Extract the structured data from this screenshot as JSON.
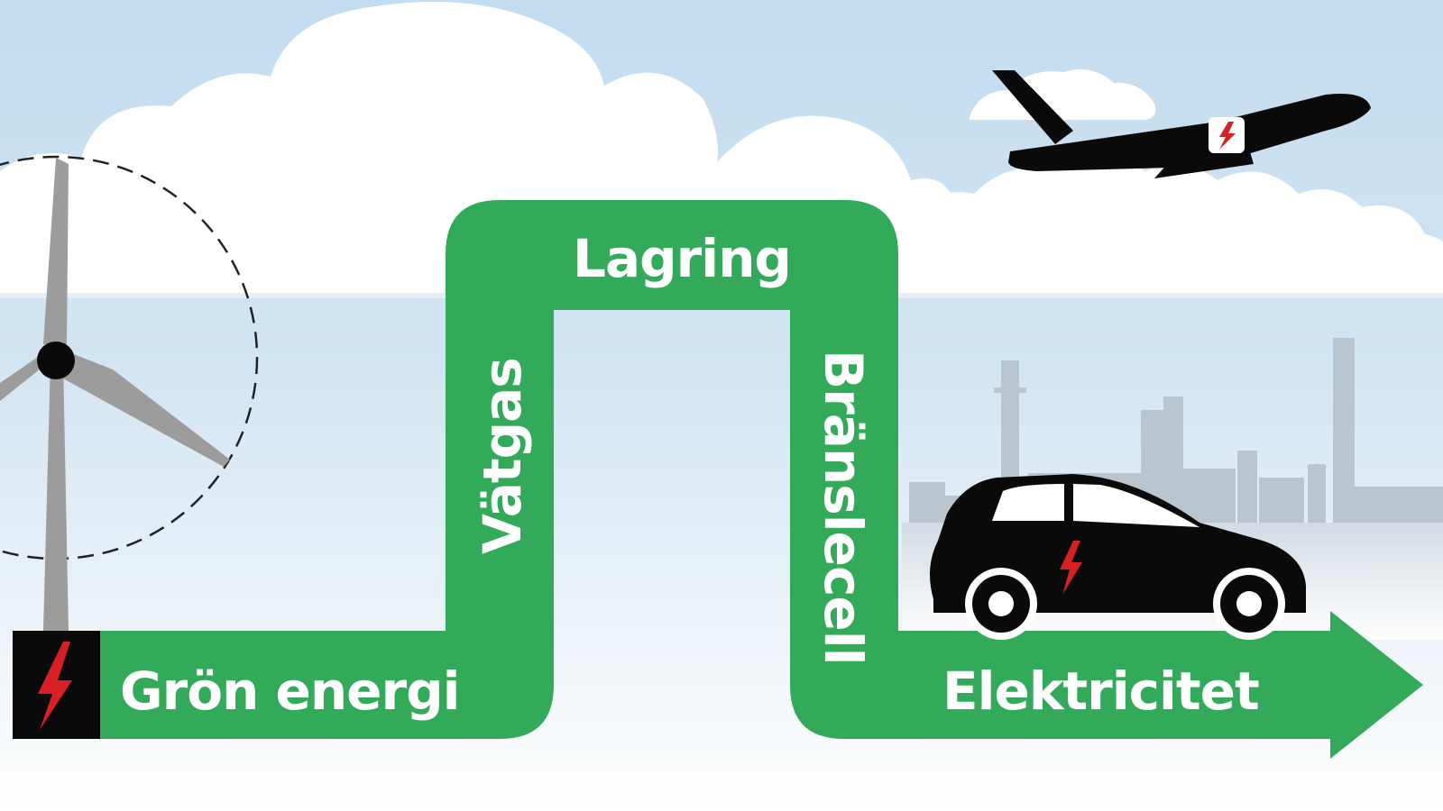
{
  "diagram": {
    "steps": [
      {
        "id": "green-energy",
        "label": "Grön energi"
      },
      {
        "id": "hydrogen",
        "label": "Vätgas"
      },
      {
        "id": "storage",
        "label": "Lagring"
      },
      {
        "id": "fuel-cell",
        "label": "Bränslecell"
      },
      {
        "id": "electricity",
        "label": "Elektricitet"
      }
    ]
  },
  "colors": {
    "flow_green": "#33a95a",
    "sky_top": "#c3dcef",
    "sky_mid": "#dbe9f4",
    "cloud": "#ffffff",
    "silhouette": "#0a0a0a",
    "factory": "#b7c3ce",
    "turbine": "#9a9a9a",
    "lightning": "#d81f26"
  },
  "icons": [
    "wind-turbine-icon",
    "airplane-icon",
    "car-icon",
    "factory-icon",
    "lightning-icon"
  ]
}
